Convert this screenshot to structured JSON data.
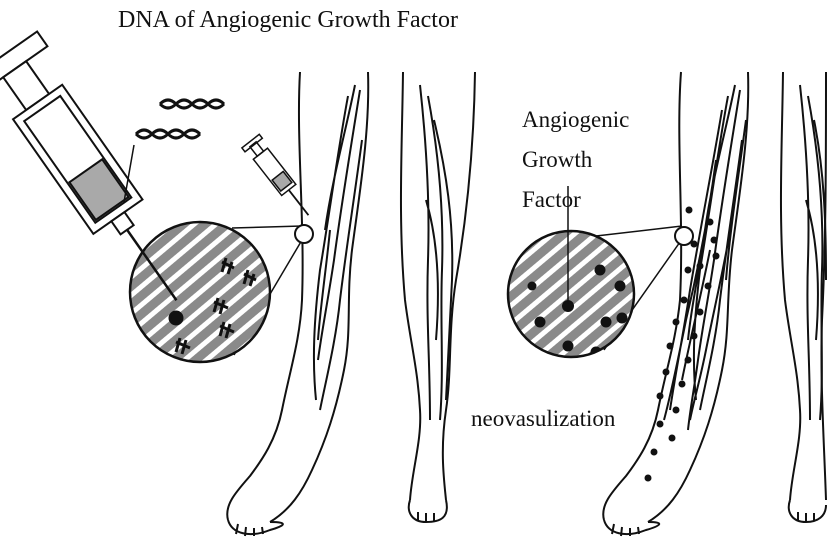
{
  "labels": {
    "title": "DNA of Angiogenic Growth Factor",
    "growth_factor_line1": "Angiogenic",
    "growth_factor_line2": "Growth",
    "growth_factor_line3": "Factor",
    "neovasulization": "neovasulization"
  },
  "colors": {
    "ink": "#111111",
    "hatch_fill": "#8a8a8a",
    "syringe_liquid": "#a9a9a9",
    "background": "#ffffff"
  },
  "icons": {
    "dna": "double-helix-strands",
    "syringe": "syringe-with-needle"
  }
}
